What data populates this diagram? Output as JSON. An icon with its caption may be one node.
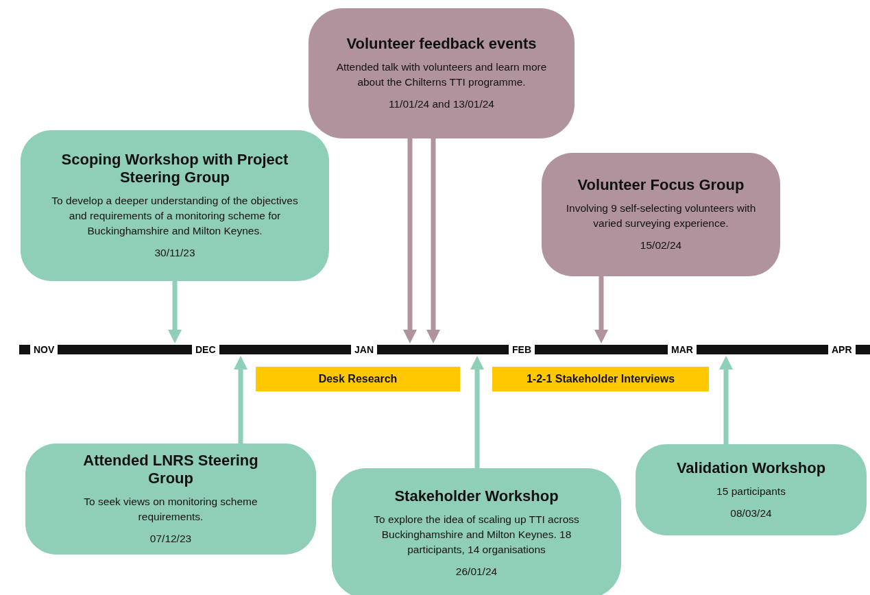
{
  "diagram": {
    "nodes": [
      {
        "text": [
          "Scoping Workshop with Project Steering Group",
          "To develop a deeper understanding of the objectives and requirements of a monitoring scheme for Buckinghamshire and Milton Keynes.",
          "30/11/23"
        ]
      },
      {
        "text": [
          "Volunteer feedback events",
          "Attended talk with volunteers and learn more about the Chilterns TTI programme.",
          "11/01/24 and 13/01/24"
        ]
      },
      {
        "text": [
          "Volunteer Focus Group",
          "Involving 9 self-selecting volunteers with varied surveying experience.",
          "15/02/24"
        ]
      },
      {
        "text": [
          "Desk Research"
        ]
      },
      {
        "text": [
          "1-2-1 Stakeholder Interviews"
        ]
      },
      {
        "text": [
          "Attended LNRS Steering Group",
          "To seek views on monitoring scheme requirements.",
          "07/12/23"
        ]
      },
      {
        "text": [
          "Stakeholder Workshop",
          "To explore the idea of scaling up TTI across Buckinghamshire and Milton Keynes. 18 participants, 14 organisations",
          "26/01/24"
        ]
      },
      {
        "text": [
          "Validation Workshop",
          "15 participants",
          "08/03/24"
        ]
      },
      {
        "text": [],
        "shape": "bar"
      }
    ],
    "edges": [
      {
        "from": 0,
        "to": 8,
        "arrow": "to"
      },
      {
        "from": 1,
        "to": 8,
        "arrow": "to",
        "color": "#b0939d"
      },
      {
        "from": 1,
        "to": 8,
        "arrow": "to",
        "color": "#b0939d"
      },
      {
        "from": 2,
        "to": 8,
        "arrow": "to",
        "color": "#b0939d"
      },
      {
        "from": 5,
        "to": 8,
        "arrow": "to"
      },
      {
        "from": 6,
        "to": 8,
        "arrow": "to"
      },
      {
        "from": 7,
        "to": 8,
        "arrow": "to"
      }
    ],
    "labels": [
      "NOV",
      "DEC",
      "JAN",
      "FEB",
      "MAR",
      "APR"
    ]
  }
}
